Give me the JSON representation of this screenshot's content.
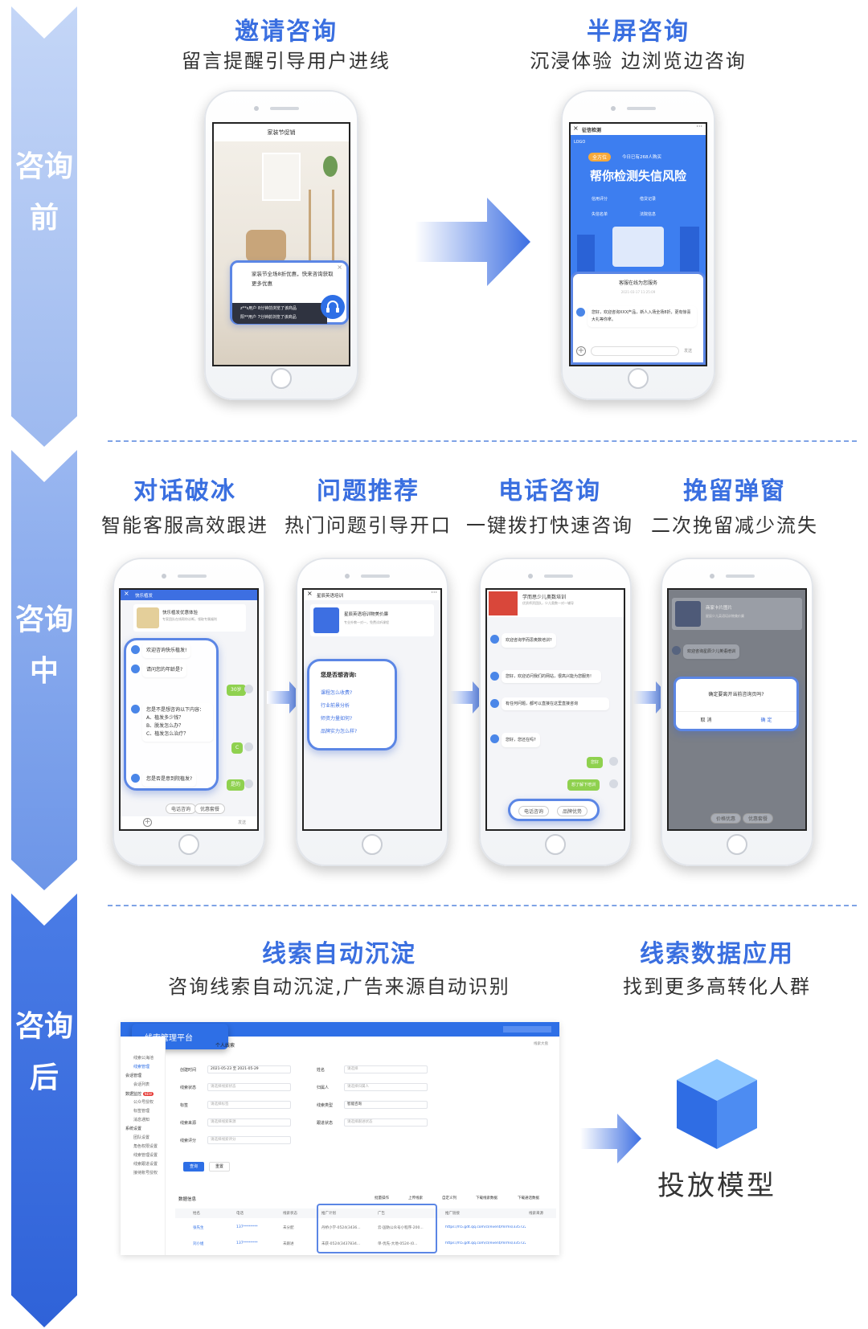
{
  "stages": {
    "before": "咨询前",
    "during": "咨询中",
    "after": "咨询后"
  },
  "colors": {
    "accent": "#3a6fe0",
    "band_dark": "#3366dd",
    "band_light": "#a9c4f5",
    "bubble_green": "#8fd14f"
  },
  "pre": {
    "invite": {
      "title": "邀请咨询",
      "subtitle": "留言提醒引导用户进线",
      "phone": {
        "page_title": "家装节促销",
        "popup_text": "家装节全场8折优惠，快来咨询获取更多优惠",
        "feed": [
          "z**s用户 8分钟前浏览了该商品",
          "阳**用户 7分钟前浏览了该商品"
        ],
        "chat_icon": "headset-icon"
      }
    },
    "half": {
      "title": "半屏咨询",
      "subtitle": "沉浸体验 边浏览边咨询",
      "phone": {
        "header": "征信检测",
        "logo": "LOGO",
        "badge_left": "全方位",
        "badge_right": "今日已有268人购买",
        "headline": "帮你检测失信风险",
        "tags": [
          "信用评分",
          "借贷记录",
          "失信名单",
          "法院信息"
        ],
        "panel_title": "客服在线为您服务",
        "panel_sub": "2021-03-17 11:25:09",
        "message": "您好，欢迎咨询XXX产品，新人入场全场8折，更有惊喜大礼等你拿。",
        "send": "发送"
      }
    }
  },
  "mid": [
    {
      "title": "对话破冰",
      "subtitle": "智能客服高效跟进",
      "header": "快乐植发",
      "card_title": "快乐植发优惠体验",
      "card_sub": "专家团队在线帮你诊断，领取专属福利",
      "msgs": [
        "欢迎咨询快乐植发!",
        "请问您的年龄是?",
        "您是不是想咨询以下内容：",
        "A、植发多少钱？",
        "B、脱发怎么办？",
        "C、植发怎么治疗？",
        "您是否是意到院植发?"
      ],
      "replies": [
        "30岁",
        "C",
        "是的"
      ],
      "chips": [
        "电话咨询",
        "优惠套餐"
      ],
      "send": "发送"
    },
    {
      "title": "问题推荐",
      "subtitle": "热门问题引导开口",
      "header": "星辰英语培训",
      "card_title": "星辰英语培训物美价廉",
      "card_sub": "专业外教一对一，免费试听课程",
      "ask": "您是否想咨询:",
      "questions": [
        "课程怎么收费?",
        "行业前景分析",
        "师资力量如何?",
        "品牌实力怎么样?"
      ]
    },
    {
      "title": "电话咨询",
      "subtitle": "一键拨打快速咨询",
      "header": "学而思少儿奥数培训",
      "header_sub": "优质师资团队，少儿奥数一对一辅导",
      "msgs": [
        "欢迎咨询学而思奥数培训?",
        "您好，欢迎访问我们的网站，很高兴能为您服务!",
        "有任何问题，都可以直接在这里直接咨询",
        "您好，您还在吗?"
      ],
      "replies": [
        "您好",
        "想了解下培训"
      ],
      "buttons": [
        "电话咨询",
        "品牌优势"
      ]
    },
    {
      "title": "挽留弹窗",
      "subtitle": "二次挽留减少流失",
      "card_title": "商家卡片图片",
      "card_sub": "星辰少儿英语培训物美价廉",
      "msg": "欢迎咨询星辰少儿英语培训",
      "dialog_text": "确定要离开当前咨询页吗?",
      "cancel": "取 消",
      "confirm": "确 定",
      "chips": [
        "价格优惠",
        "优惠套餐"
      ]
    }
  ],
  "post": {
    "precipitate": {
      "title": "线索自动沉淀",
      "subtitle": "咨询线索自动沉淀,广告来源自动识别"
    },
    "apply": {
      "title": "线索数据应用",
      "subtitle": "找到更多高转化人群"
    },
    "model_label": "投放模型",
    "dashboard": {
      "platform": "线索管理平台",
      "tab": "个人线索",
      "sidebar": [
        "线索公海池",
        "线索管理",
        "会话管理",
        "会话列表",
        "数据监控",
        "公众号授权",
        "标签管理",
        "消息通知",
        "系统设置",
        "团队设置",
        "角色权限设置",
        "线索管理设置",
        "线索跟进设置",
        "接待账号授权"
      ],
      "new_badge": "NEW",
      "filters": [
        {
          "label": "创建时间",
          "value": "2021-05-23 至 2021-05-29"
        },
        {
          "label": "线索状态",
          "value": "请选择线索状态"
        },
        {
          "label": "标签",
          "value": "请选择标签"
        },
        {
          "label": "线索来源",
          "value": "请选择线索来源"
        },
        {
          "label": "线索评分",
          "value": "请选择线索评分"
        }
      ],
      "filters_right": [
        {
          "label": "姓名",
          "value": "请选择"
        },
        {
          "label": "归属人",
          "value": "请选择归属人"
        },
        {
          "label": "线索类型",
          "value": "智能咨询"
        },
        {
          "label": "跟进状态",
          "value": "请选择跟进状态"
        }
      ],
      "search_btn": "查询",
      "reset_btn": "重置",
      "section": "数据信息",
      "actions": [
        "批量操作",
        "上传线索",
        "自定义列",
        "下载线索数据",
        "下载通话数据"
      ],
      "columns": [
        "姓名",
        "电话",
        "线索状态",
        "推广计划",
        "广告",
        "推广链接",
        "线索来源"
      ],
      "rows": [
        [
          "张先生",
          "137********",
          "未分配",
          "丹桥小学-0524(3436...",
          "云-国防公众号小程序-200...",
          "https://h5.gdt.qq.com/cl/event/mrms/3357222"
        ],
        [
          "刘小姐",
          "137********",
          "未跟进",
          "未获-0524(3437834...",
          "单-优先-大地-0524-(0...",
          "https://h5.gdt.qq.com/cl/event/mrms/3357222"
        ]
      ],
      "top_right": "线索大盘"
    }
  }
}
